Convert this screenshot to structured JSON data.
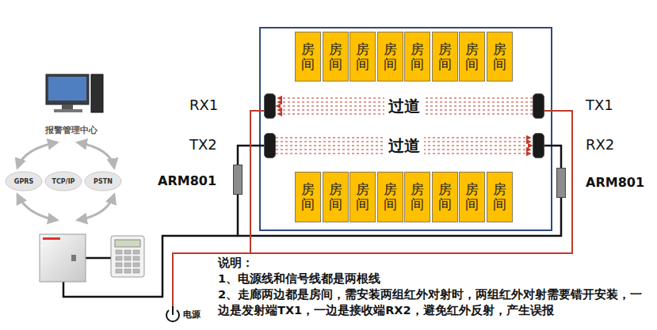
{
  "diagram": {
    "nodes": [
      {
        "text": [
          "报警管理中心"
        ]
      },
      {
        "text": [
          "GPRS"
        ]
      },
      {
        "text": [
          "TCP/IP"
        ]
      },
      {
        "text": [
          "PSTN"
        ]
      },
      {
        "text": [
          "房间"
        ]
      },
      {
        "text": [
          "房间"
        ]
      },
      {
        "text": [
          "房间"
        ]
      },
      {
        "text": [
          "房间"
        ]
      },
      {
        "text": [
          "房间"
        ]
      },
      {
        "text": [
          "房间"
        ]
      },
      {
        "text": [
          "房间"
        ]
      },
      {
        "text": [
          "房间"
        ]
      },
      {
        "text": [
          "RX1"
        ]
      },
      {
        "text": [
          "TX1"
        ]
      },
      {
        "text": [
          "TX2"
        ]
      },
      {
        "text": [
          "RX2"
        ]
      },
      {
        "text": [
          "ARM801"
        ]
      },
      {
        "text": [
          "ARM801"
        ]
      },
      {
        "text": [
          "房间"
        ]
      },
      {
        "text": [
          "房间"
        ]
      },
      {
        "text": [
          "房间"
        ]
      },
      {
        "text": [
          "房间"
        ]
      },
      {
        "text": [
          "房间"
        ]
      },
      {
        "text": [
          "房间"
        ]
      },
      {
        "text": [
          "房间"
        ]
      },
      {
        "text": [
          "房间"
        ]
      }
    ],
    "edges": [
      {
        "from": 13,
        "to": 12,
        "arrow": "to"
      },
      {
        "from": 14,
        "to": 15,
        "arrow": "to"
      }
    ],
    "labels": [
      "过道",
      "过道",
      "电源",
      "说明：",
      "1、电源线和信号线都是两根线",
      "2、走廊两边都是房间，需安装两组红外对射时，两组红外对射需要错开安装，一边是发射端TX1，一边是接收端RX2，避免红外反射，产生误报"
    ]
  }
}
